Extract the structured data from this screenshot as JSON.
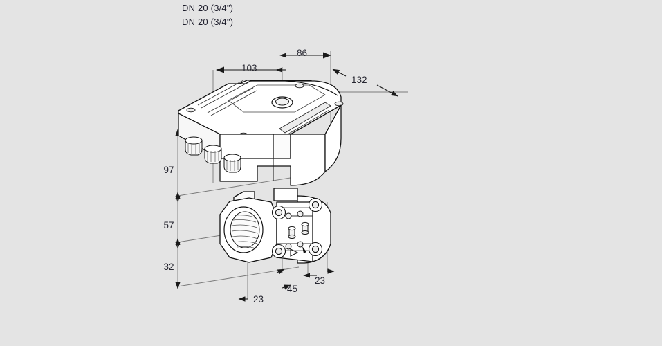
{
  "drawing": {
    "type": "technical-dimension-drawing",
    "subject": "Motorised valve with electric actuator",
    "background_color": "#e4e4e4",
    "line_color": "#1a1a1a",
    "dimension_line_color": "#5a5a5a",
    "text_color": "#262630",
    "header_labels": [
      "DN 20 (3/4\")",
      "DN 20 (3/4\")"
    ],
    "dimensions": {
      "top": [
        {
          "name": "dim-103",
          "value": "103",
          "axis": "horizontal"
        },
        {
          "name": "dim-86",
          "value": "86",
          "axis": "horizontal"
        },
        {
          "name": "dim-132",
          "value": "132",
          "axis": "diagonal"
        }
      ],
      "left": [
        {
          "name": "dim-97",
          "value": "97",
          "axis": "vertical"
        },
        {
          "name": "dim-57",
          "value": "57",
          "axis": "vertical"
        },
        {
          "name": "dim-32",
          "value": "32",
          "axis": "vertical"
        }
      ],
      "bottom": [
        {
          "name": "dim-23-left",
          "value": "23",
          "axis": "horizontal"
        },
        {
          "name": "dim-45",
          "value": "45",
          "axis": "horizontal"
        },
        {
          "name": "dim-23-right",
          "value": "23",
          "axis": "horizontal"
        }
      ]
    },
    "components": [
      "actuator-housing",
      "actuator-lid",
      "actuator-shaft-boss",
      "cable-gland-1",
      "cable-gland-2",
      "cable-gland-3",
      "valve-body",
      "valve-threaded-port",
      "flange-bolt-1",
      "flange-bolt-2",
      "flange-bolt-3",
      "flange-bolt-4",
      "test-nipple-1",
      "test-nipple-2",
      "flow-direction-arrow"
    ]
  }
}
